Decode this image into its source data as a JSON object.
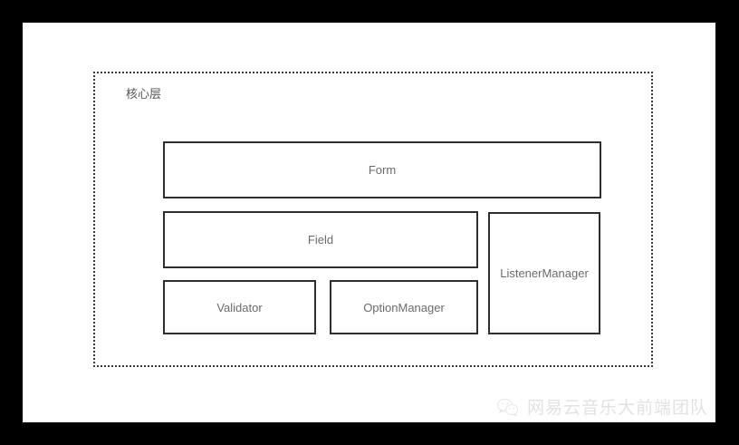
{
  "diagram": {
    "container": {
      "label": "核心层",
      "border_style": "dotted",
      "border_color": "#3a3a3a"
    },
    "nodes": [
      {
        "id": "form",
        "label": "Form"
      },
      {
        "id": "field",
        "label": "Field"
      },
      {
        "id": "listenermanager",
        "label": "ListenerManager"
      },
      {
        "id": "validator",
        "label": "Validator"
      },
      {
        "id": "optionmanager",
        "label": "OptionManager"
      }
    ],
    "colors": {
      "canvas": "#ffffff",
      "frame": "#000000",
      "node_border": "#2e2e2e",
      "node_text": "#6b6b6b",
      "container_label_text": "#555555"
    }
  },
  "watermark": {
    "icon": "wechat-icon",
    "text": "网易云音乐大前端团队",
    "color": "#e2e2e2"
  }
}
